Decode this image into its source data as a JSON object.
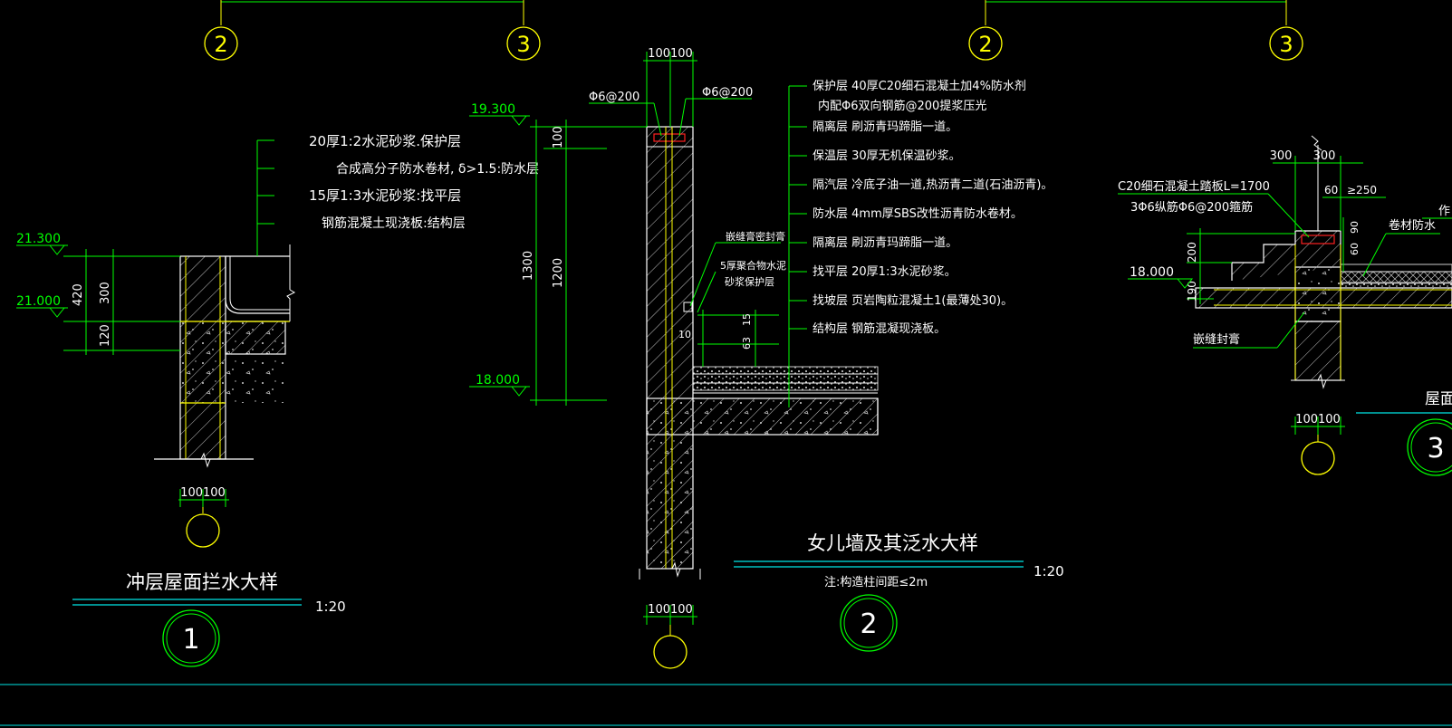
{
  "colors": {
    "background": "#000000",
    "line_white": "#ffffff",
    "line_green": "#00ff00",
    "line_yellow": "#ffff00",
    "line_cyan": "#00e5e5",
    "line_red": "#ff2020",
    "hatch_gray": "#c0c0c0"
  },
  "axis_bubbles": {
    "top": [
      "2",
      "3",
      "2",
      "3"
    ],
    "detail1": "",
    "detail2": "",
    "detail3": ""
  },
  "detail1": {
    "elev_high": "21.300",
    "elev_low": "21.000",
    "dim_420": "420",
    "dim_300": "300",
    "dim_120": "120",
    "dim_bottom": "100100",
    "layers": [
      "20厚1:2水泥砂浆.保护层",
      "合成高分子防水卷材, δ>1.5:防水层",
      "15厚1:3水泥砂浆:找平层",
      "钢筋混凝土现浇板:结构层"
    ],
    "title": "冲层屋面拦水大样",
    "scale": "1:20",
    "number": "1"
  },
  "detail2": {
    "dim_top": "100100",
    "rebar_left": "Φ6@200",
    "rebar_right": "Φ6@200",
    "elev_top": "19.300",
    "elev_bottom": "18.000",
    "dim_100": "100",
    "dim_1300": "1300",
    "dim_1200": "1200",
    "dim_15": "15",
    "dim_63": "63",
    "dim_10": "10",
    "dim_bottom": "100100",
    "note_sealant": "嵌缝膏密封膏",
    "note_mortar_1": "5厚聚合物水泥",
    "note_mortar_2": "砂浆保护层",
    "layers": [
      "保护层  40厚C20细石混凝土加4%防水剂",
      "内配Φ6双向钢筋@200提浆压光",
      "隔离层   刷沥青玛蹄脂一道。",
      "保温层   30厚无机保温砂浆。",
      "隔汽层   冷底子油一道,热沥青二道(石油沥青)。",
      "防水层   4mm厚SBS改性沥青防水卷材。",
      "隔离层   刷沥青玛蹄脂一道。",
      "找平层   20厚1:3水泥砂浆。",
      "找坡层   页岩陶粒混凝土1(最薄处30)。",
      "结构层   钢筋混凝现浇板。"
    ],
    "title": "女儿墙及其泛水大样",
    "scale": "1:20",
    "note": "注:构造柱间距≤2m",
    "number": "2"
  },
  "detail3": {
    "dim_300a": "300",
    "dim_300b": "300",
    "beam_note_1": "C20细石混凝土踏板L=1700",
    "beam_note_2": "3Φ6纵筋Φ6@200箍筋",
    "dim_60": "60",
    "dim_250": "≥250",
    "dim_90": "90",
    "dim_60b": "60",
    "dim_200": "200",
    "dim_190": "190",
    "elev": "18.000",
    "note_membrane": "卷材防水",
    "note_cut": "作",
    "note_seal": "嵌缝封膏",
    "dim_bottom": "100100",
    "title": "屋面出入",
    "number": "3"
  }
}
